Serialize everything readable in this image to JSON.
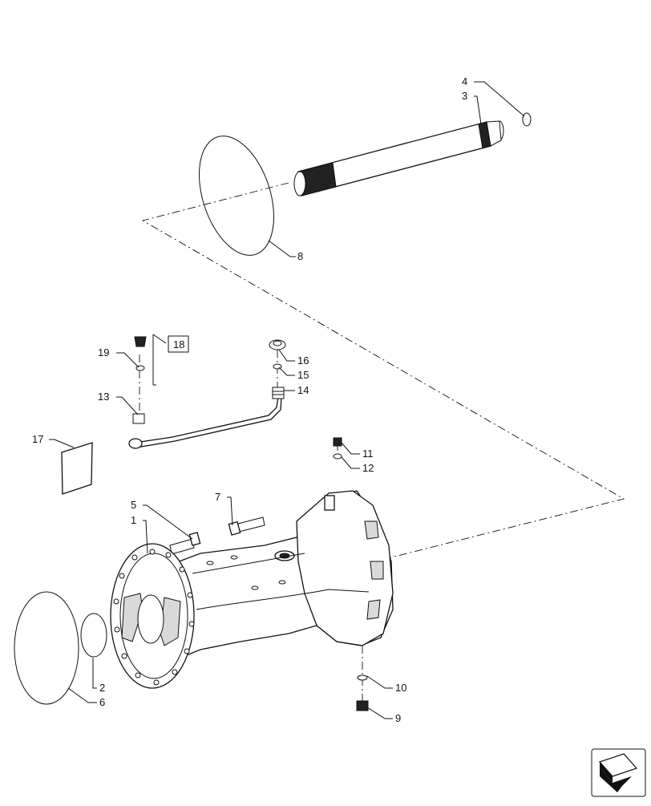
{
  "callouts": [
    {
      "id": "c1",
      "text": "1"
    },
    {
      "id": "c2",
      "text": "2"
    },
    {
      "id": "c3",
      "text": "3"
    },
    {
      "id": "c4",
      "text": "4"
    },
    {
      "id": "c5",
      "text": "5"
    },
    {
      "id": "c6",
      "text": "6"
    },
    {
      "id": "c7",
      "text": "7"
    },
    {
      "id": "c8",
      "text": "8"
    },
    {
      "id": "c9",
      "text": "9"
    },
    {
      "id": "c10",
      "text": "10"
    },
    {
      "id": "c11",
      "text": "11"
    },
    {
      "id": "c12",
      "text": "12"
    },
    {
      "id": "c13",
      "text": "13"
    },
    {
      "id": "c14",
      "text": "14"
    },
    {
      "id": "c15",
      "text": "15"
    },
    {
      "id": "c16",
      "text": "16"
    },
    {
      "id": "c17",
      "text": "17"
    },
    {
      "id": "c18",
      "text": "18"
    },
    {
      "id": "c19",
      "text": "19"
    }
  ],
  "nav_icon": "next-page-arrow-icon"
}
